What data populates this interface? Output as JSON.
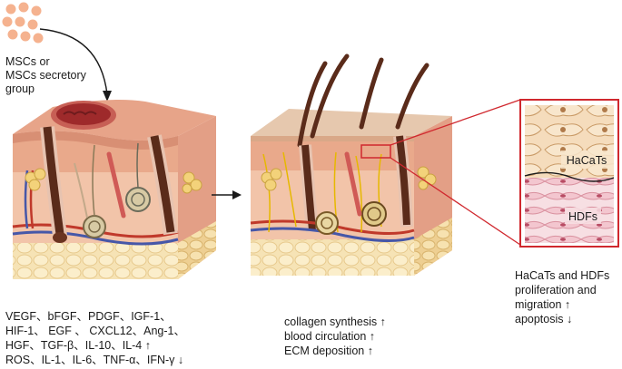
{
  "source": {
    "lines": [
      "MSCs or",
      "MSCs secretory",
      "group"
    ]
  },
  "left_factors": {
    "lines": [
      "VEGF、bFGF、PDGF、IGF-1、",
      "HIF-1、 EGF 、 CXCL12、Ang-1、",
      "HGF、TGF-β、IL-10、IL-4 ↑",
      "ROS、IL-1、IL-6、TNF-α、IFN-γ ↓"
    ]
  },
  "middle_effects": {
    "lines": [
      "collagen synthesis ↑",
      "blood circulation ↑",
      "ECM deposition ↑"
    ]
  },
  "inset": {
    "top_label": "HaCaTs",
    "bottom_label": "HDFs",
    "border_color": "#d0282e"
  },
  "right_effects": {
    "lines": [
      "HaCaTs and HDFs",
      "proliferation and",
      "migration ↑",
      "apoptosis ↓"
    ]
  },
  "colors": {
    "epidermis": "#e7b08e",
    "dermis": "#f0c2a8",
    "fat": "#f6e3b5",
    "hair": "#5a2b1a",
    "wound": "#9e2a2b",
    "nerve": "#e6b800",
    "vessel_red": "#c0392b",
    "vessel_blue": "#4657a8"
  }
}
